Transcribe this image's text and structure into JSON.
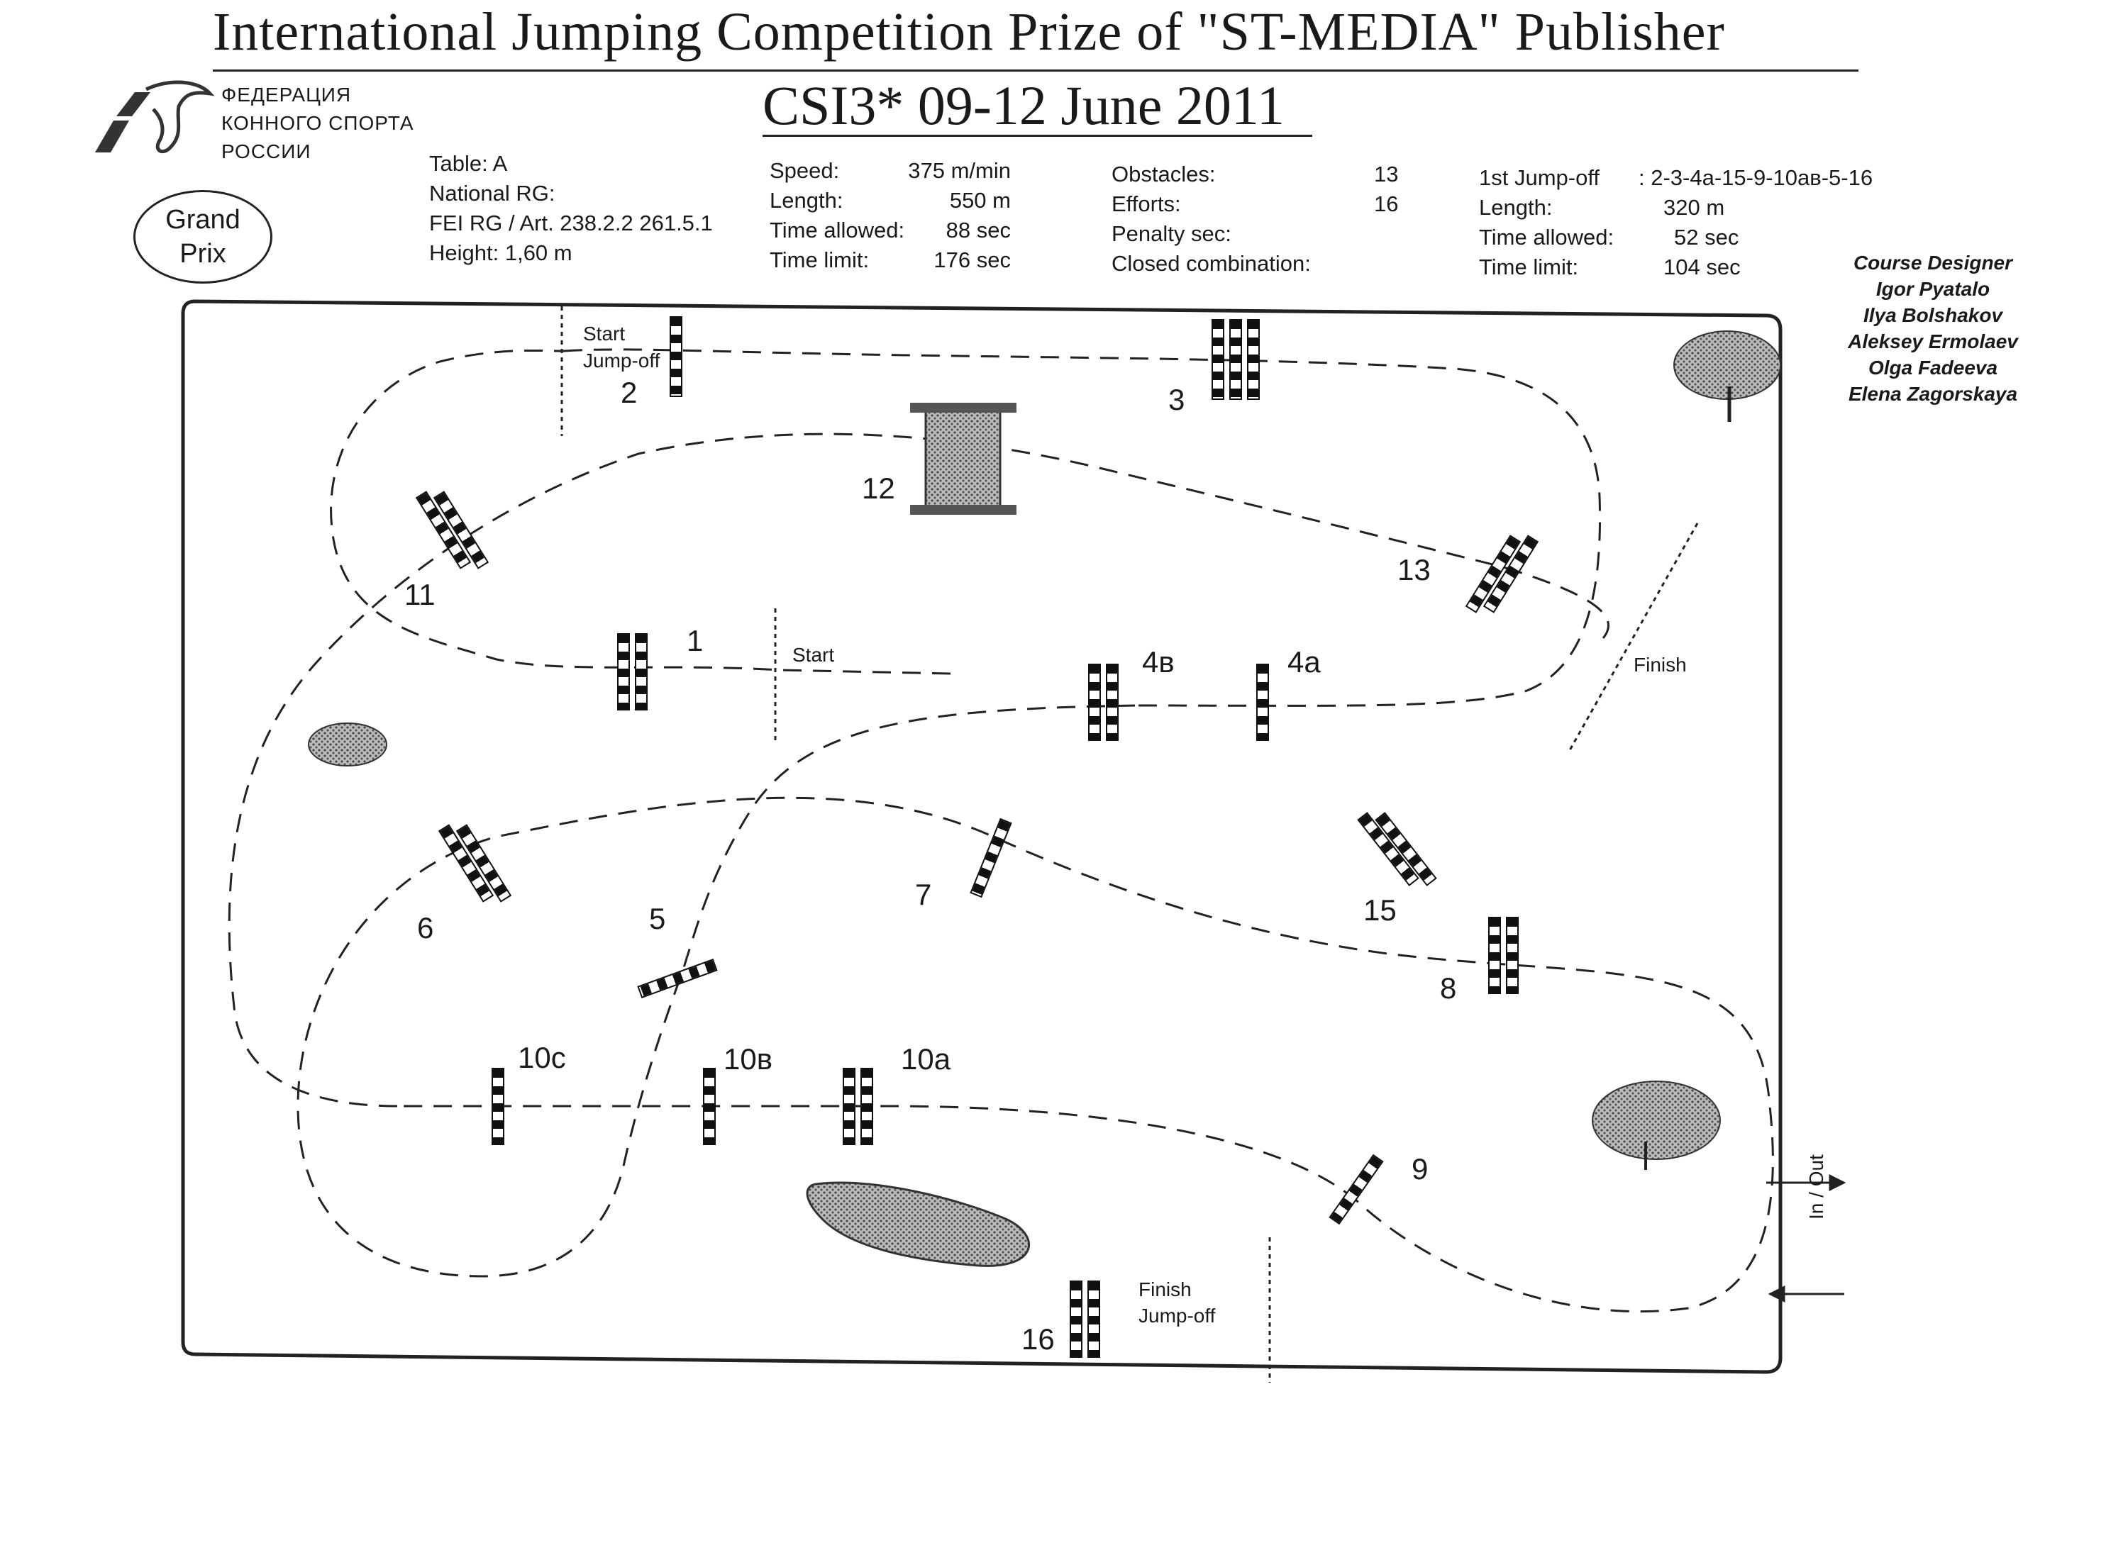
{
  "header": {
    "title": "International  Jumping Competition   Prize of \"ST-MEDIA\"   Publisher",
    "subtitle": "CSI3* 09-12 June 2011",
    "federation_lines": [
      "ФЕДЕРАЦИЯ",
      "КОННОГО СПОРТА",
      "РОССИИ"
    ],
    "event_badge": [
      "Grand",
      "Prix"
    ]
  },
  "table_info": {
    "table": "Table: A",
    "national_rg": "National RG:",
    "fei_rg": "FEI RG / Art. 238.2.2  261.5.1",
    "height": "Height: 1,60 m"
  },
  "course_stats": {
    "speed_label": "Speed:",
    "speed_value": "375 m/min",
    "length_label": "Length:",
    "length_value": "550 m",
    "time_allowed_label": "Time allowed:",
    "time_allowed_value": "88 sec",
    "time_limit_label": "Time limit:",
    "time_limit_value": "176 sec"
  },
  "obstacle_stats": {
    "obstacles_label": "Obstacles:",
    "obstacles_value": "13",
    "efforts_label": "Efforts:",
    "efforts_value": "16",
    "penalty_label": "Penalty sec:",
    "closed_label": "Closed combination:"
  },
  "jump_off": {
    "label": "1st Jump-off",
    "sequence": ": 2-3-4a-15-9-10ав-5-16",
    "length_label": "Length:",
    "length_value": "320 m",
    "time_allowed_label": "Time allowed:",
    "time_allowed_value": "52 sec",
    "time_limit_label": "Time limit:",
    "time_limit_value": "104 sec"
  },
  "designers": {
    "heading": "Course Designer",
    "names": [
      "Igor Pyatalo",
      "Ilya Bolshakov",
      "Aleksey Ermolaev",
      "Olga Fadeeva",
      "Elena Zagorskaya"
    ]
  },
  "arena_labels": {
    "start_jumpoff_start": "Start",
    "start_jumpoff_jump": "Jump-off",
    "start": "Start",
    "finish": "Finish",
    "finish_jumpoff_finish": "Finish",
    "finish_jumpoff_jump": "Jump-off",
    "in_out": "In / Out"
  },
  "obstacle_numbers": {
    "o1": "1",
    "o2": "2",
    "o3": "3",
    "o4a": "4a",
    "o4b": "4в",
    "o5": "5",
    "o6": "6",
    "o7": "7",
    "o8": "8",
    "o9": "9",
    "o10a": "10a",
    "o10b": "10в",
    "o10c": "10c",
    "o11": "11",
    "o12": "12",
    "o13": "13",
    "o15": "15",
    "o16": "16"
  }
}
